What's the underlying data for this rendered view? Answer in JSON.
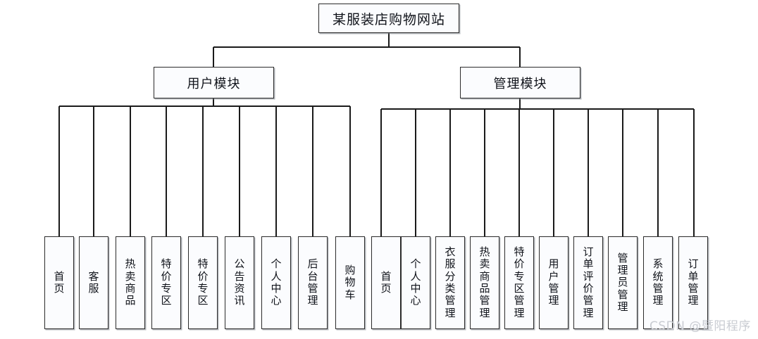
{
  "diagram": {
    "type": "tree",
    "root": {
      "label": "某服装店购物网站"
    },
    "branches": [
      {
        "id": "user-module",
        "label": "用户模块",
        "leaves": [
          {
            "label": "首页"
          },
          {
            "label": "客服"
          },
          {
            "label": "热卖商品"
          },
          {
            "label": "特价专区"
          },
          {
            "label": "特价专区"
          },
          {
            "label": "公告资讯"
          },
          {
            "label": "个人中心"
          },
          {
            "label": "后台管理"
          },
          {
            "label": "购物车"
          }
        ]
      },
      {
        "id": "admin-module",
        "label": "管理模块",
        "leaves": [
          {
            "label": "首页"
          },
          {
            "label": "个人中心"
          },
          {
            "label": "衣服分类管理"
          },
          {
            "label": "热卖商品管理"
          },
          {
            "label": "特价专区管理"
          },
          {
            "label": "用户管理"
          },
          {
            "label": "订单评价管理"
          },
          {
            "label": "管理员管理"
          },
          {
            "label": "系统管理"
          },
          {
            "label": "订单管理"
          }
        ]
      }
    ]
  },
  "watermark": {
    "text": "CSDN @暨阳程序"
  },
  "colors": {
    "node_fill": "#fbfcfe",
    "node_border": "#2b2b2b",
    "line": "#1a1a1a",
    "text": "#10131a",
    "watermark": "#c9ccd2",
    "background": "#ffffff"
  }
}
